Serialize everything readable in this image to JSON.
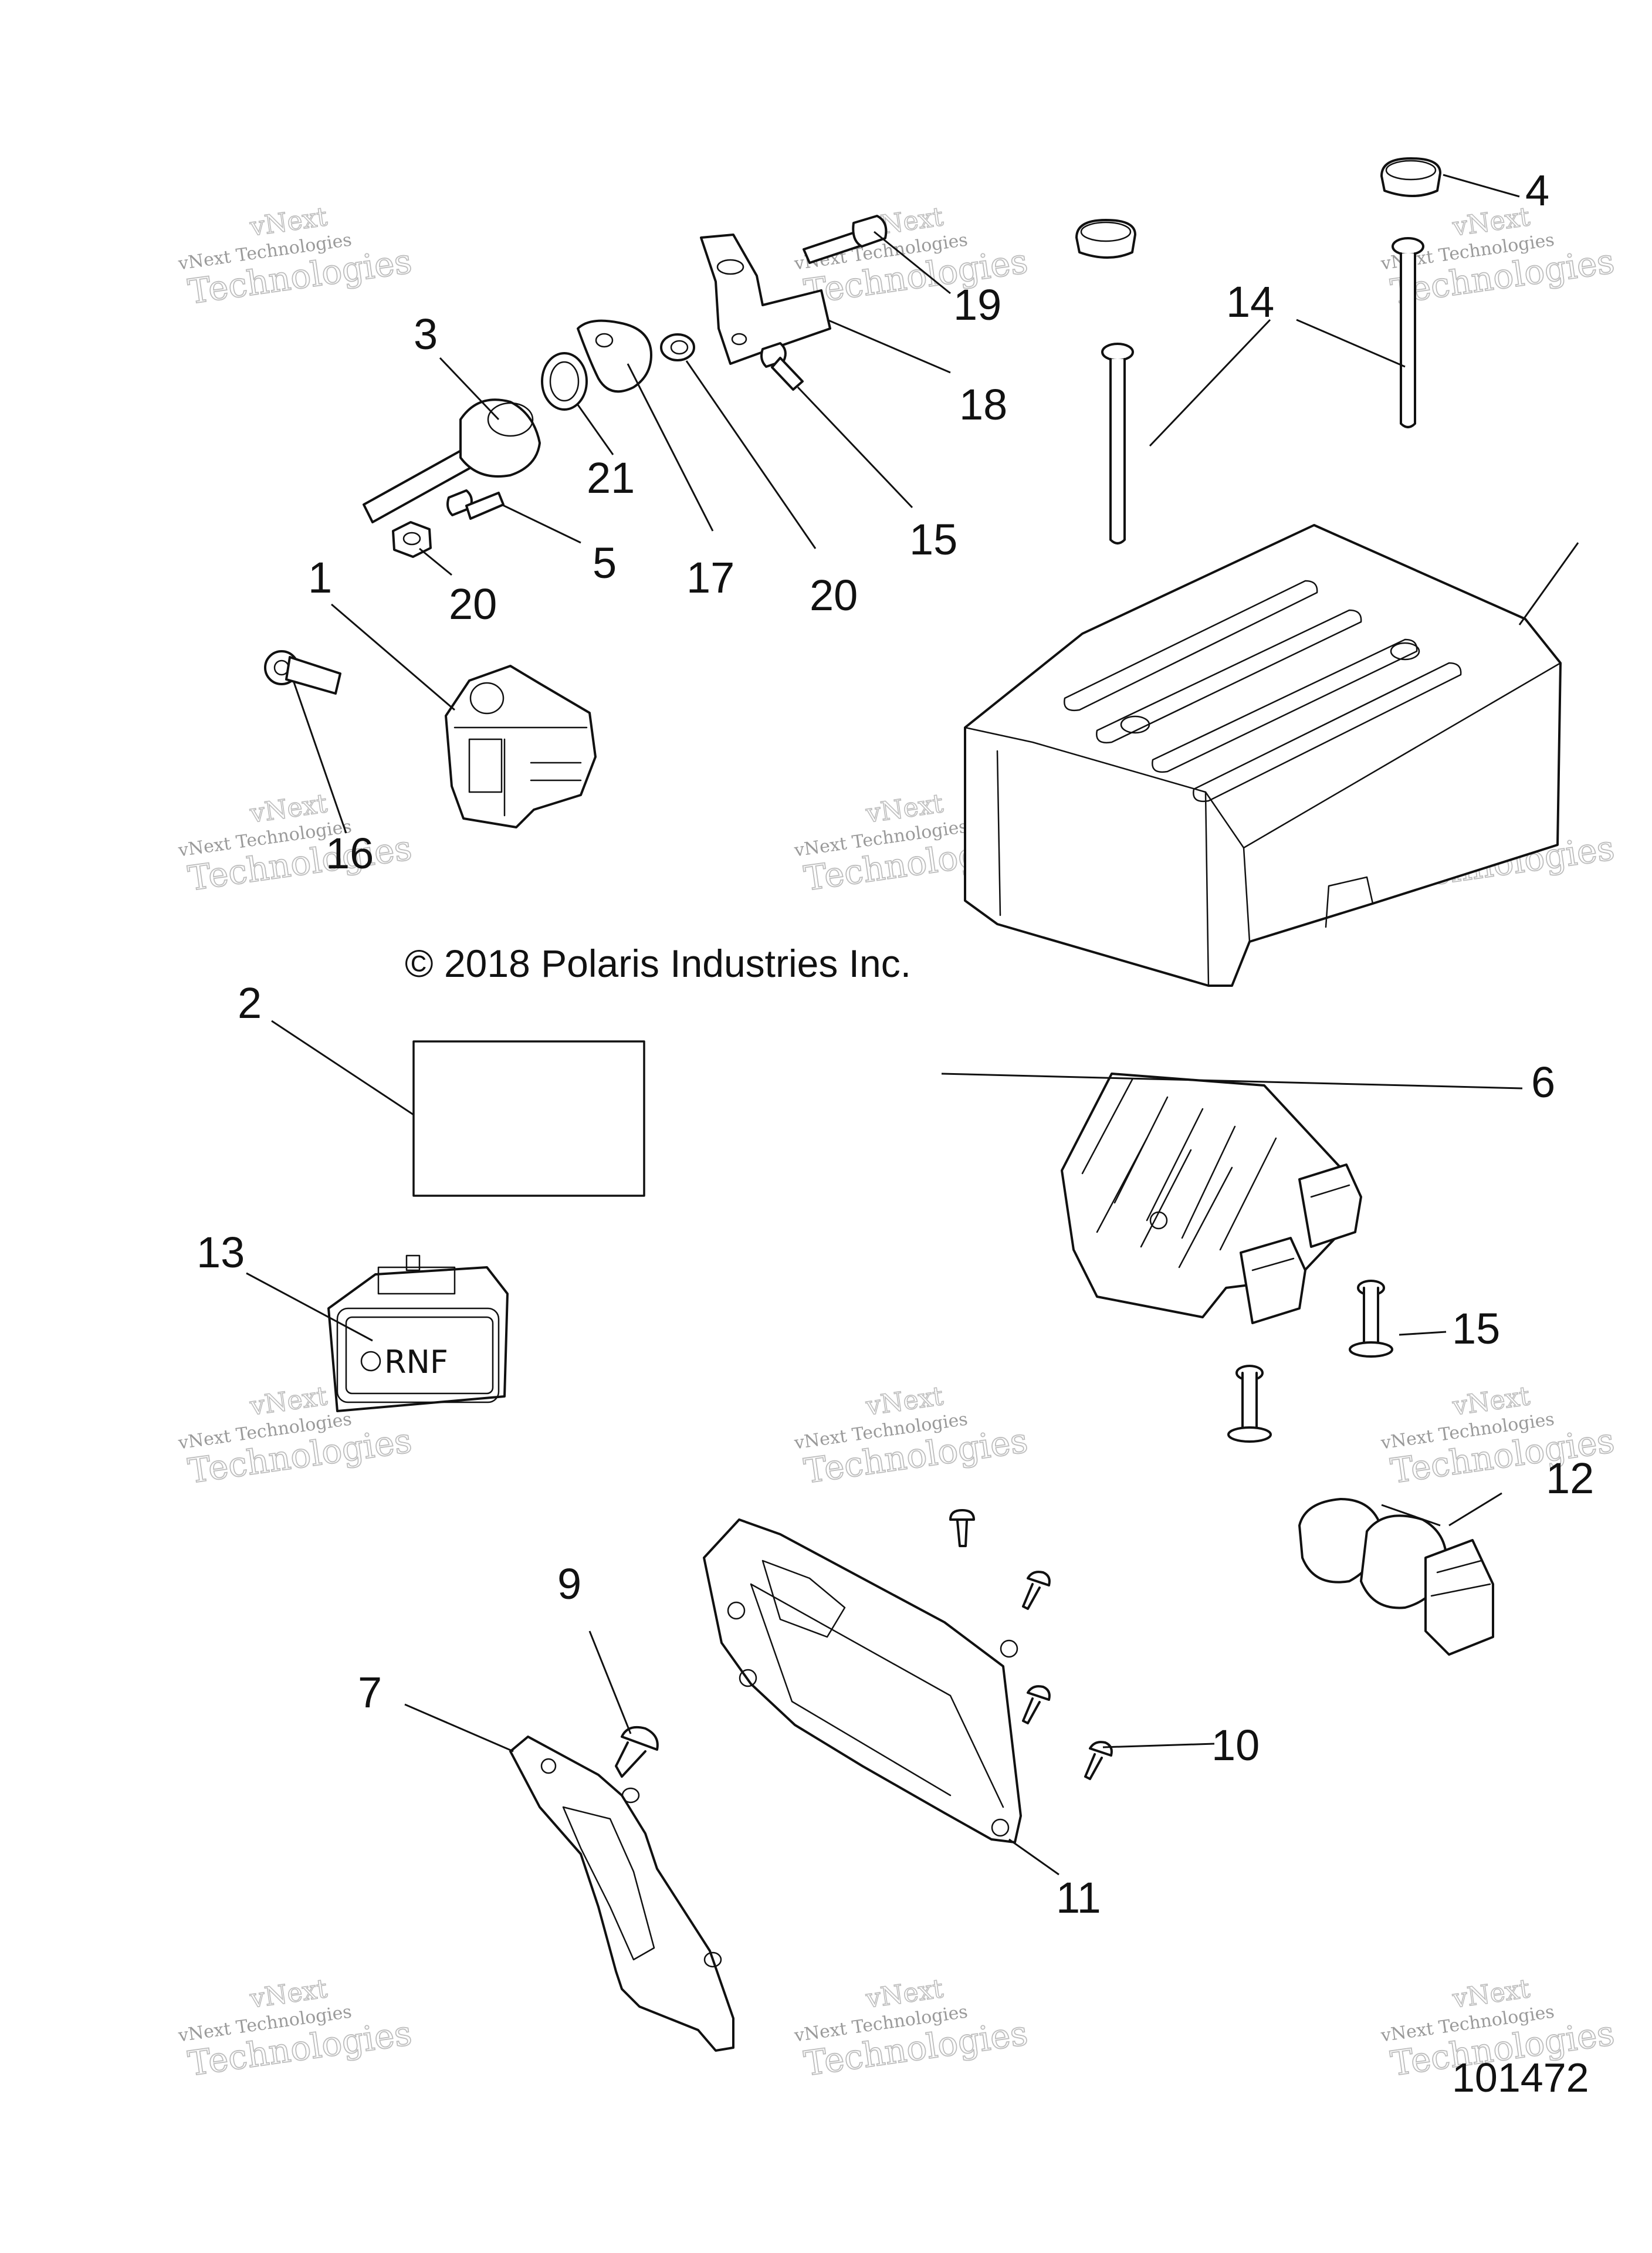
{
  "copyright": "© 2018 Polaris Industries Inc.",
  "figure_number": "101472",
  "watermark": {
    "line1": "vNext",
    "line2": "vNext Technologies",
    "line3": "Technologies"
  },
  "rnf_label": "RNF",
  "callouts": [
    {
      "id": "c1",
      "text": "1"
    },
    {
      "id": "c2",
      "text": "2"
    },
    {
      "id": "c3",
      "text": "3"
    },
    {
      "id": "c4",
      "text": "4"
    },
    {
      "id": "c5",
      "text": "5"
    },
    {
      "id": "c6",
      "text": "6"
    },
    {
      "id": "c7",
      "text": "7"
    },
    {
      "id": "c9",
      "text": "9"
    },
    {
      "id": "c10",
      "text": "10"
    },
    {
      "id": "c11",
      "text": "11"
    },
    {
      "id": "c12",
      "text": "12"
    },
    {
      "id": "c13",
      "text": "13"
    },
    {
      "id": "c14",
      "text": "14"
    },
    {
      "id": "c15a",
      "text": "15"
    },
    {
      "id": "c15b",
      "text": "15"
    },
    {
      "id": "c16",
      "text": "16"
    },
    {
      "id": "c17",
      "text": "17"
    },
    {
      "id": "c18",
      "text": "18"
    },
    {
      "id": "c19",
      "text": "19"
    },
    {
      "id": "c20a",
      "text": "20"
    },
    {
      "id": "c20b",
      "text": "20"
    },
    {
      "id": "c21",
      "text": "21"
    }
  ]
}
